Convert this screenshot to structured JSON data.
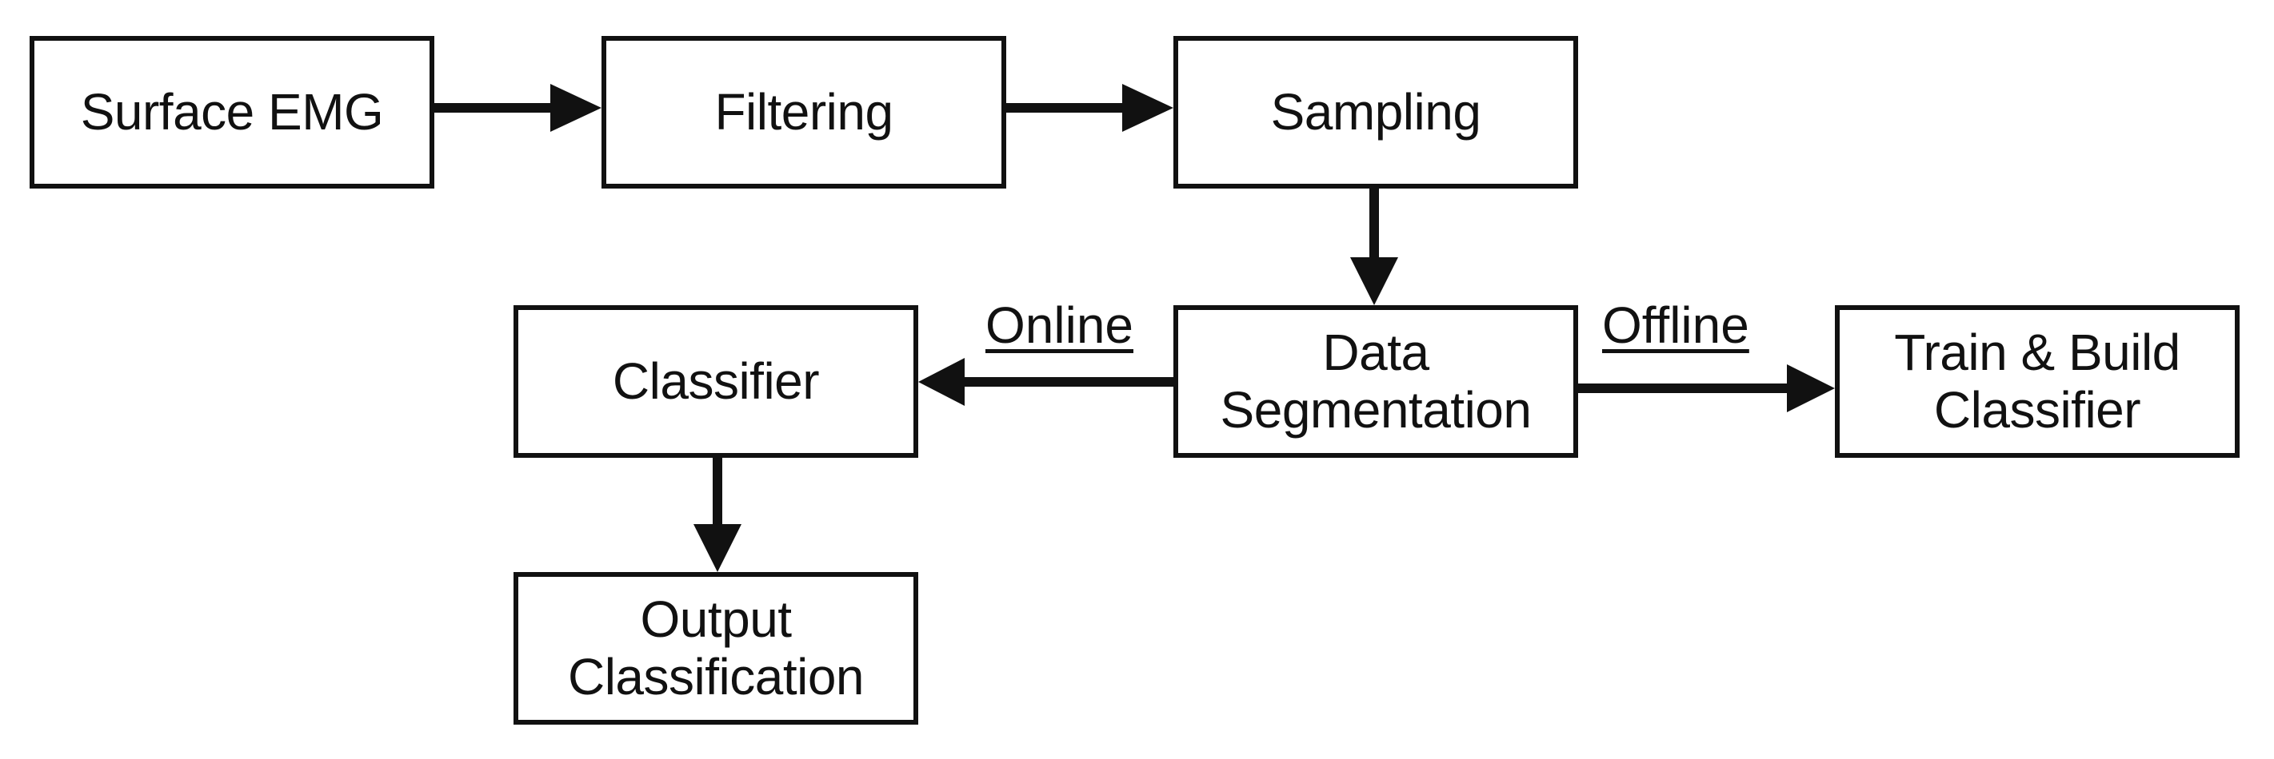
{
  "diagram": {
    "nodes": {
      "surface_emg": {
        "lines": [
          "Surface EMG"
        ]
      },
      "filtering": {
        "lines": [
          "Filtering"
        ]
      },
      "sampling": {
        "lines": [
          "Sampling"
        ]
      },
      "data_segmentation": {
        "lines": [
          "Data",
          "Segmentation"
        ]
      },
      "classifier": {
        "lines": [
          "Classifier"
        ]
      },
      "train_build": {
        "lines": [
          "Train & Build",
          "Classifier"
        ]
      },
      "output_classification": {
        "lines": [
          "Output",
          "Classification"
        ]
      }
    },
    "edges": {
      "online_label": "Online",
      "offline_label": "Offline"
    },
    "colors": {
      "stroke": "#111111",
      "background": "#ffffff"
    }
  }
}
